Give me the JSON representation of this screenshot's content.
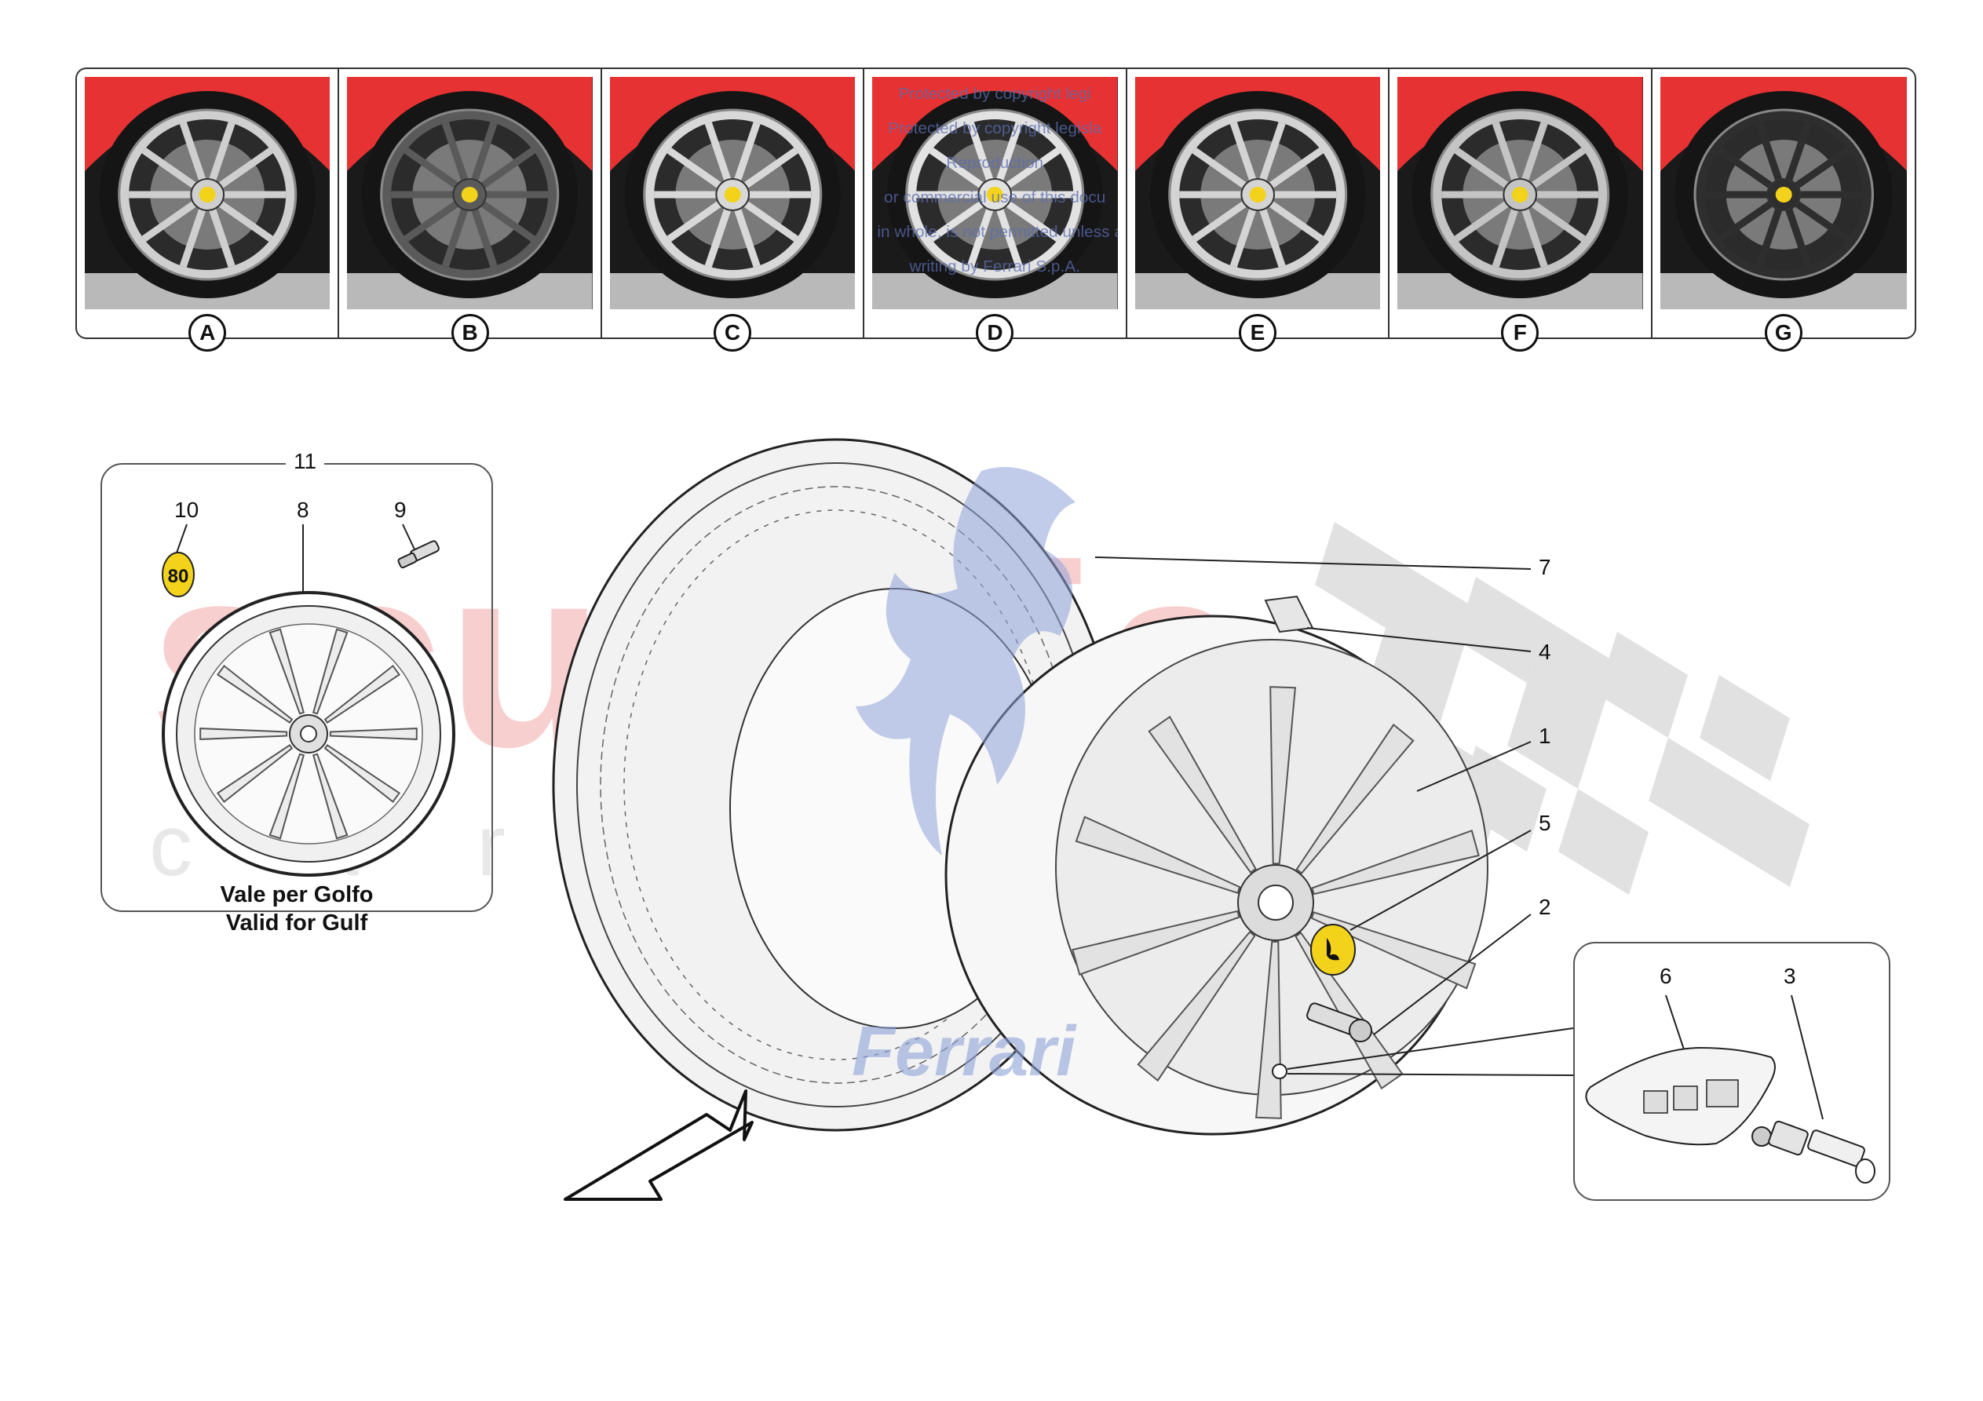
{
  "variants": [
    {
      "letter": "A",
      "rim": "#cfcfcf",
      "spokes": 10
    },
    {
      "letter": "B",
      "rim": "#5a5a5a",
      "spokes": 10
    },
    {
      "letter": "C",
      "rim": "#d8d8d8",
      "spokes": 10
    },
    {
      "letter": "D",
      "rim": "#e2e2e2",
      "spokes": 10
    },
    {
      "letter": "E",
      "rim": "#d4d4d4",
      "spokes": 10
    },
    {
      "letter": "F",
      "rim": "#c4c4c4",
      "spokes": 10
    },
    {
      "letter": "G",
      "rim": "#2e2e2e",
      "spokes": 10
    }
  ],
  "variant_d_watermark": [
    "Protected by copyright legi",
    "Protected by copyright legisla",
    "Reproduction",
    "or commercial use of this docu",
    "part or in whole, is not permitted unless authori",
    "writing by Ferrari S.p.A."
  ],
  "callouts": {
    "c1": "1",
    "c2": "2",
    "c3": "3",
    "c4": "4",
    "c5": "5",
    "c6": "6",
    "c7": "7",
    "c8": "8",
    "c9": "9",
    "c10": "10",
    "c11": "11"
  },
  "gulf": {
    "line1": "Vale per Golfo",
    "line2": "Valid for Gulf",
    "badge_value": "80"
  },
  "watermark": {
    "word": "scuderia",
    "sub": "c a r p a r t s",
    "brand": "Ferrari"
  },
  "colors": {
    "car_red": "#e63232",
    "badge_yellow": "#f2d21b",
    "watermark_pink": "#f4a9a9",
    "watermark_blue": "#8ea3d8",
    "checker_gray": "#d6d6d6"
  }
}
